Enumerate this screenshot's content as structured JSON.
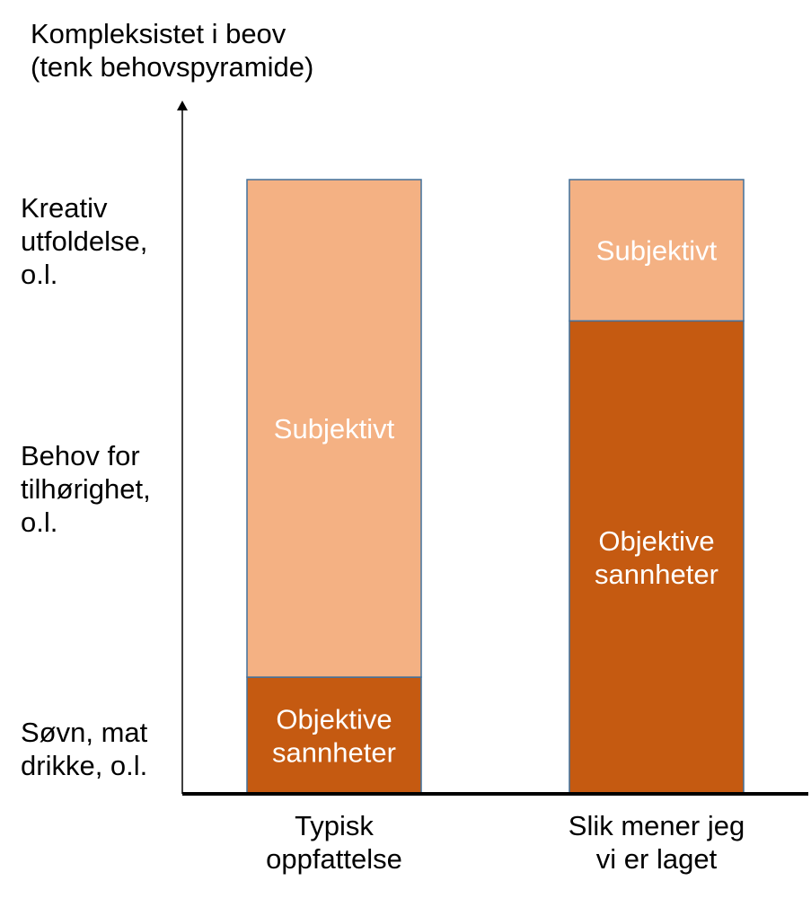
{
  "chart_data": {
    "type": "bar",
    "stacked": true,
    "title": "",
    "ylabel_lines": [
      "Kompleksistet i beov",
      "(tenk behovspyramide)"
    ],
    "xlabel": "",
    "ylim": [
      0,
      100
    ],
    "grid": false,
    "legend": "none",
    "y_ticks": [
      {
        "lines": [
          "Søvn, mat",
          "drikke, o.l."
        ]
      },
      {
        "lines": [
          "Behov for",
          "tilhørighet,",
          "o.l."
        ]
      },
      {
        "lines": [
          "Kreativ",
          "utfoldelse,",
          "o.l."
        ]
      }
    ],
    "categories": [
      {
        "lines": [
          "Typisk",
          "oppfattelse"
        ]
      },
      {
        "lines": [
          "Slik mener jeg",
          "vi er laget"
        ]
      }
    ],
    "series": [
      {
        "name": "Objektive sannheter",
        "label_lines": [
          "Objektive",
          "sannheter"
        ],
        "color": "#c55a11",
        "values": [
          19,
          77
        ]
      },
      {
        "name": "Subjektivt",
        "label_lines": [
          "Subjektivt"
        ],
        "color": "#f4b183",
        "values": [
          81,
          23
        ]
      }
    ],
    "bar_border_color": "#41719c",
    "axis_color": "#000000",
    "segment_text_color": "#ffffff"
  }
}
